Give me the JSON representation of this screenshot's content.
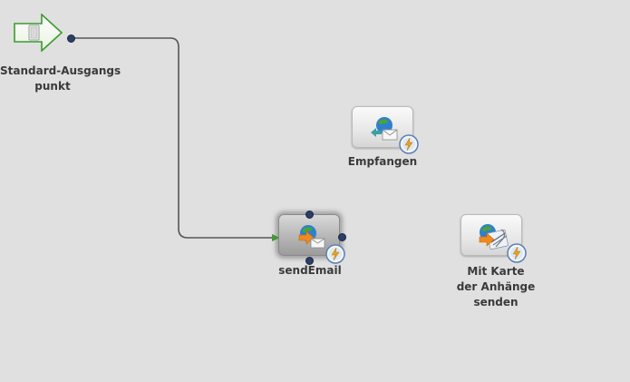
{
  "canvas": {
    "background": "#e0e0e0",
    "connector_color": "#555555",
    "arrow_color": "#3aa02a"
  },
  "nodes": {
    "start": {
      "label_line1": "Standard-Ausgangs",
      "label_line2": "punkt",
      "icon": "exit-point-icon"
    },
    "receive": {
      "label": "Empfangen",
      "icon": "receive-mail-icon"
    },
    "send_email": {
      "label": "sendEmail",
      "icon": "send-mail-icon",
      "selected": true
    },
    "send_with_card": {
      "label_line1": "Mit Karte",
      "label_line2": "der Anhänge",
      "label_line3": "senden",
      "icon": "send-attachments-icon"
    }
  }
}
